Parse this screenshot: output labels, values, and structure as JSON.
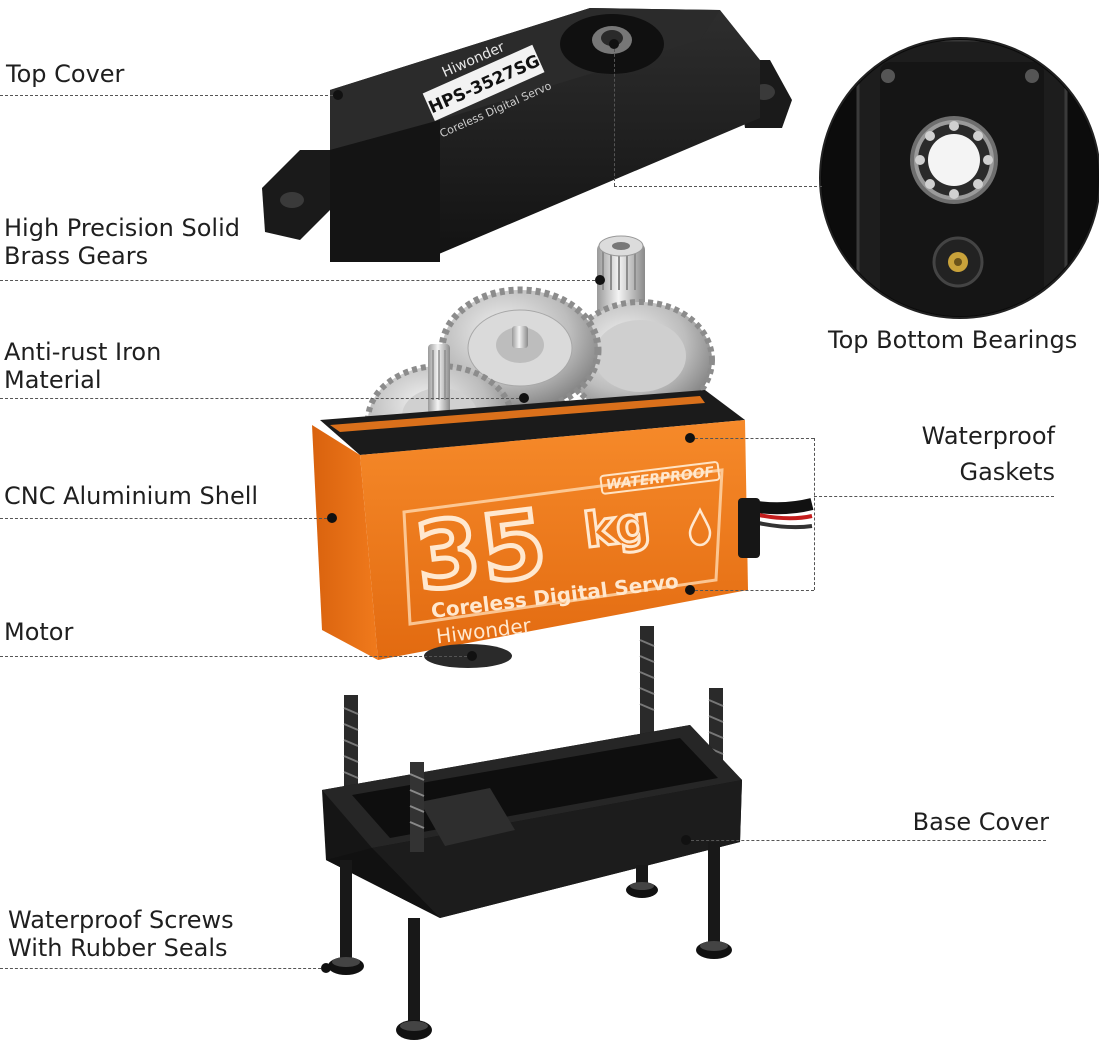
{
  "labels": {
    "top_cover": "Top Cover",
    "brass_gears_l1": "High Precision Solid",
    "brass_gears_l2": "Brass Gears",
    "anti_rust_l1": "Anti-rust Iron",
    "anti_rust_l2": "Material",
    "cnc_shell": "CNC Aluminium Shell",
    "motor": "Motor",
    "bearings": "Top Bottom Bearings",
    "gaskets_l1": "Waterproof",
    "gaskets_l2": "Gaskets",
    "base_cover": "Base Cover",
    "screws_l1": "Waterproof Screws",
    "screws_l2": "With Rubber Seals"
  },
  "product": {
    "brand": "Hiwonder",
    "model": "HPS-3527SG",
    "top_subtitle": "Coreless Digital Servo",
    "torque_number": "35",
    "torque_unit": "kg",
    "waterproof_badge": "WATERPROOF",
    "body_subtitle": "Coreless Digital Servo"
  },
  "colors": {
    "shell_orange": "#f07a1c",
    "cover_black": "#1c1c1c",
    "gear_silver": "#b8b8b8"
  }
}
